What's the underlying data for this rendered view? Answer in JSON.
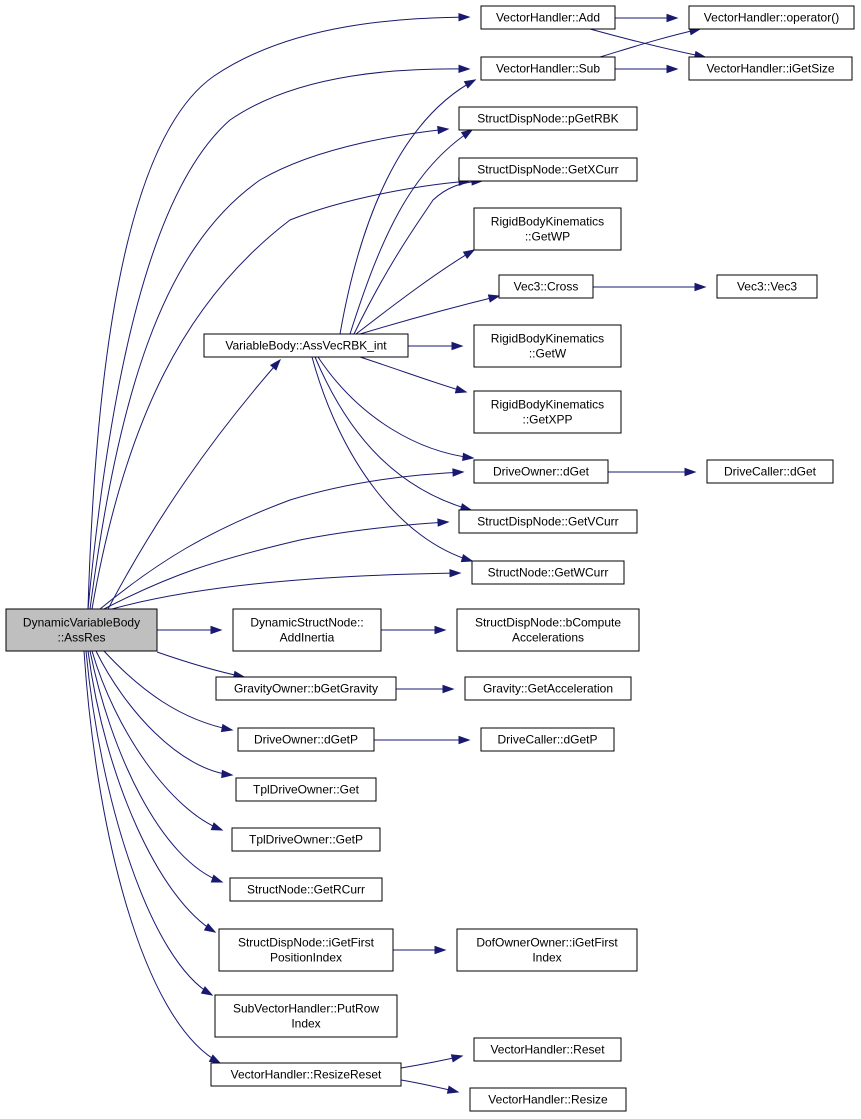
{
  "graph": {
    "root": "n0",
    "nodes": [
      {
        "id": "n0",
        "lines": [
          "DynamicVariableBody",
          "::AssRes"
        ]
      },
      {
        "id": "n1",
        "lines": [
          "VectorHandler::Add"
        ]
      },
      {
        "id": "n2",
        "lines": [
          "VectorHandler::operator()"
        ]
      },
      {
        "id": "n3",
        "lines": [
          "VectorHandler::iGetSize"
        ]
      },
      {
        "id": "n4",
        "lines": [
          "VectorHandler::Sub"
        ]
      },
      {
        "id": "n5",
        "lines": [
          "StructDispNode::pGetRBK"
        ]
      },
      {
        "id": "n6",
        "lines": [
          "StructDispNode::GetXCurr"
        ]
      },
      {
        "id": "n7",
        "lines": [
          "VariableBody::AssVecRBK_int"
        ]
      },
      {
        "id": "n8",
        "lines": [
          "RigidBodyKinematics",
          "::GetWP"
        ]
      },
      {
        "id": "n9",
        "lines": [
          "Vec3::Cross"
        ]
      },
      {
        "id": "n10",
        "lines": [
          "Vec3::Vec3"
        ]
      },
      {
        "id": "n11",
        "lines": [
          "RigidBodyKinematics",
          "::GetW"
        ]
      },
      {
        "id": "n12",
        "lines": [
          "RigidBodyKinematics",
          "::GetXPP"
        ]
      },
      {
        "id": "n13",
        "lines": [
          "DriveOwner::dGet"
        ]
      },
      {
        "id": "n14",
        "lines": [
          "DriveCaller::dGet"
        ]
      },
      {
        "id": "n15",
        "lines": [
          "StructDispNode::GetVCurr"
        ]
      },
      {
        "id": "n16",
        "lines": [
          "StructNode::GetWCurr"
        ]
      },
      {
        "id": "n17",
        "lines": [
          "DynamicStructNode::",
          "AddInertia"
        ]
      },
      {
        "id": "n18",
        "lines": [
          "StructDispNode::bCompute",
          "Accelerations"
        ]
      },
      {
        "id": "n19",
        "lines": [
          "GravityOwner::bGetGravity"
        ]
      },
      {
        "id": "n20",
        "lines": [
          "Gravity::GetAcceleration"
        ]
      },
      {
        "id": "n21",
        "lines": [
          "DriveOwner::dGetP"
        ]
      },
      {
        "id": "n22",
        "lines": [
          "DriveCaller::dGetP"
        ]
      },
      {
        "id": "n23",
        "lines": [
          "TplDriveOwner::Get"
        ]
      },
      {
        "id": "n24",
        "lines": [
          "TplDriveOwner::GetP"
        ]
      },
      {
        "id": "n25",
        "lines": [
          "StructNode::GetRCurr"
        ]
      },
      {
        "id": "n26",
        "lines": [
          "StructDispNode::iGetFirst",
          "PositionIndex"
        ]
      },
      {
        "id": "n27",
        "lines": [
          "DofOwnerOwner::iGetFirst",
          "Index"
        ]
      },
      {
        "id": "n28",
        "lines": [
          "SubVectorHandler::PutRow",
          "Index"
        ]
      },
      {
        "id": "n29",
        "lines": [
          "VectorHandler::ResizeReset"
        ]
      },
      {
        "id": "n30",
        "lines": [
          "VectorHandler::Reset"
        ]
      },
      {
        "id": "n31",
        "lines": [
          "VectorHandler::Resize"
        ]
      }
    ],
    "edges": [
      [
        "n0",
        "n1"
      ],
      [
        "n0",
        "n4"
      ],
      [
        "n0",
        "n5"
      ],
      [
        "n0",
        "n6"
      ],
      [
        "n0",
        "n7"
      ],
      [
        "n0",
        "n13"
      ],
      [
        "n0",
        "n15"
      ],
      [
        "n0",
        "n16"
      ],
      [
        "n0",
        "n17"
      ],
      [
        "n0",
        "n19"
      ],
      [
        "n0",
        "n21"
      ],
      [
        "n0",
        "n23"
      ],
      [
        "n0",
        "n24"
      ],
      [
        "n0",
        "n25"
      ],
      [
        "n0",
        "n26"
      ],
      [
        "n0",
        "n28"
      ],
      [
        "n0",
        "n29"
      ],
      [
        "n1",
        "n2"
      ],
      [
        "n1",
        "n3"
      ],
      [
        "n4",
        "n2"
      ],
      [
        "n4",
        "n3"
      ],
      [
        "n7",
        "n4"
      ],
      [
        "n7",
        "n5"
      ],
      [
        "n7",
        "n6"
      ],
      [
        "n7",
        "n8"
      ],
      [
        "n7",
        "n9"
      ],
      [
        "n7",
        "n11"
      ],
      [
        "n7",
        "n12"
      ],
      [
        "n7",
        "n13"
      ],
      [
        "n7",
        "n15"
      ],
      [
        "n7",
        "n16"
      ],
      [
        "n9",
        "n10"
      ],
      [
        "n13",
        "n14"
      ],
      [
        "n17",
        "n18"
      ],
      [
        "n19",
        "n20"
      ],
      [
        "n21",
        "n22"
      ],
      [
        "n26",
        "n27"
      ],
      [
        "n29",
        "n30"
      ],
      [
        "n29",
        "n31"
      ]
    ]
  }
}
